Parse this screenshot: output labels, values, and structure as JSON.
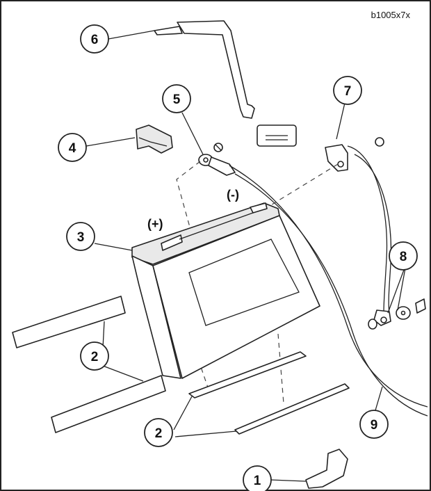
{
  "reference_code": "b1005x7x",
  "polarity": {
    "positive": "(+)",
    "negative": "(-)"
  },
  "callouts": [
    "1",
    "2",
    "2",
    "3",
    "4",
    "5",
    "6",
    "7",
    "8",
    "9"
  ]
}
